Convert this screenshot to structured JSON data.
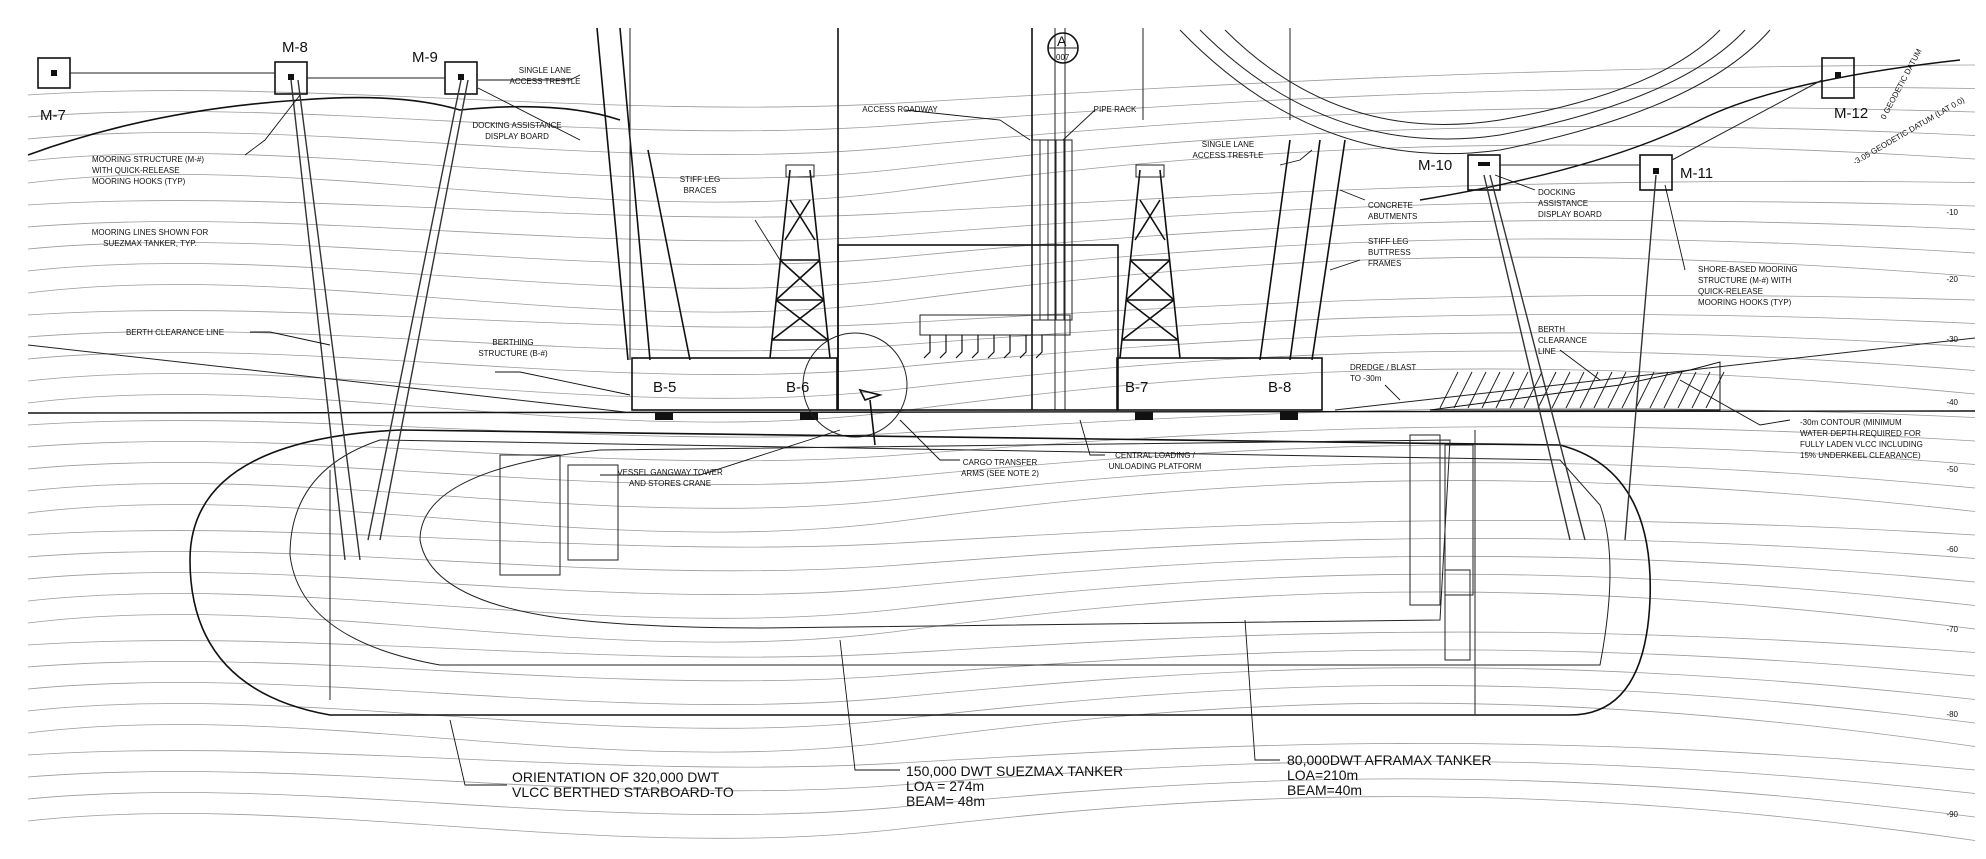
{
  "mooring_structures": [
    {
      "id": "m7",
      "label": "M-7"
    },
    {
      "id": "m8",
      "label": "M-8"
    },
    {
      "id": "m9",
      "label": "M-9"
    },
    {
      "id": "m10",
      "label": "M-10"
    },
    {
      "id": "m11",
      "label": "M-11"
    },
    {
      "id": "m12",
      "label": "M-12"
    }
  ],
  "berthing_structures": [
    {
      "id": "b5",
      "label": "B-5"
    },
    {
      "id": "b6",
      "label": "B-6"
    },
    {
      "id": "b7",
      "label": "B-7"
    },
    {
      "id": "b8",
      "label": "B-8"
    }
  ],
  "section_marker": {
    "letter": "A",
    "sheet": "007"
  },
  "callouts": {
    "mooring_structure": [
      "MOORING STRUCTURE (M-#)",
      "WITH QUICK-RELEASE",
      "MOORING HOOKS (TYP)"
    ],
    "single_lane_trestle_left": [
      "SINGLE LANE",
      "ACCESS TRESTLE"
    ],
    "docking_board_left": [
      "DOCKING ASSISTANCE",
      "DISPLAY BOARD"
    ],
    "access_roadway": [
      "ACCESS ROADWAY"
    ],
    "pipe_rack": [
      "PIPE RACK"
    ],
    "single_lane_trestle_right": [
      "SINGLE LANE",
      "ACCESS TRESTLE"
    ],
    "concrete_abutments": [
      "CONCRETE",
      "ABUTMENTS"
    ],
    "docking_board_right": [
      "DOCKING",
      "ASSISTANCE",
      "DISPLAY BOARD"
    ],
    "stiff_leg_braces": [
      "STIFF LEG",
      "BRACES"
    ],
    "stiff_leg_buttress": [
      "STIFF LEG",
      "BUTTRESS",
      "FRAMES"
    ],
    "mooring_lines": [
      "MOORING LINES SHOWN FOR",
      "SUEZMAX TANKER, TYP."
    ],
    "shore_mooring": [
      "SHORE-BASED MOORING",
      "STRUCTURE (M-#) WITH",
      "QUICK-RELEASE",
      "MOORING HOOKS (TYP)"
    ],
    "berth_clearance_left": [
      "BERTH CLEARANCE LINE"
    ],
    "berthing_structure": [
      "BERTHING",
      "STRUCTURE (B-#)"
    ],
    "berth_clearance_right": [
      "BERTH",
      "CLEARANCE",
      "LINE"
    ],
    "dredge": [
      "DREDGE / BLAST",
      "TO -30m"
    ],
    "contour_note": [
      "-30m CONTOUR (MINIMUM",
      "WATER DEPTH REQUIRED FOR",
      "FULLY LADEN VLCC INCLUDING",
      "15% UNDERKEEL CLEARANCE)"
    ],
    "gangway": [
      "VESSEL GANGWAY TOWER",
      "AND STORES CRANE"
    ],
    "cargo_arms": [
      "CARGO TRANSFER",
      "ARMS (SEE NOTE 2)"
    ],
    "central_platform": [
      "CENTRAL LOADING /",
      "UNLOADING PLATFORM"
    ],
    "vlcc": [
      "ORIENTATION OF 320,000 DWT",
      "VLCC BERTHED STARBOARD-TO"
    ],
    "suezmax": [
      "150,000 DWT SUEZMAX TANKER",
      "LOA = 274m",
      "BEAM= 48m"
    ],
    "aframax": [
      "80,000DWT AFRAMAX TANKER",
      "LOA=210m",
      "BEAM=40m"
    ]
  },
  "datum_labels": [
    "0 GEODETIC DATUM",
    "-3.05 GEODETIC DATUM (LAT 0.0)"
  ],
  "depth_labels": [
    {
      "id": "d10",
      "text": "-10"
    },
    {
      "id": "d20",
      "text": "-20"
    },
    {
      "id": "d30",
      "text": "-30"
    },
    {
      "id": "d40",
      "text": "-40"
    },
    {
      "id": "d50",
      "text": "-50"
    },
    {
      "id": "d60",
      "text": "-60"
    },
    {
      "id": "d70",
      "text": "-70"
    },
    {
      "id": "d80",
      "text": "-80"
    },
    {
      "id": "d90",
      "text": "-90"
    }
  ],
  "colors": {
    "line": "#111111",
    "contour": "#9a9a9a",
    "background": "#ffffff",
    "accent_line": "#c8a27a"
  }
}
